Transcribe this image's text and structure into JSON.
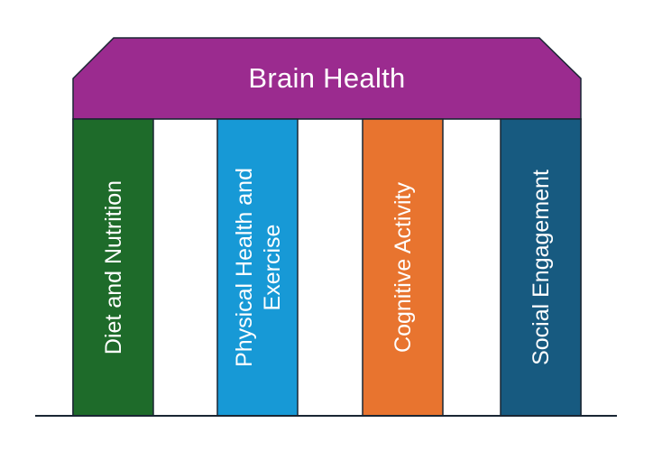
{
  "roof": {
    "label": "Brain Health",
    "color": "#9b2b8f"
  },
  "pillars": [
    {
      "label": "Diet and Nutrition",
      "color": "#1e6b2a"
    },
    {
      "label": "Physical Health and Exercise",
      "color": "#1799d6"
    },
    {
      "label": "Cognitive Activity",
      "color": "#e8742f"
    },
    {
      "label": "Social Engagement",
      "color": "#175a80"
    }
  ],
  "outline_color": "#1a2633"
}
